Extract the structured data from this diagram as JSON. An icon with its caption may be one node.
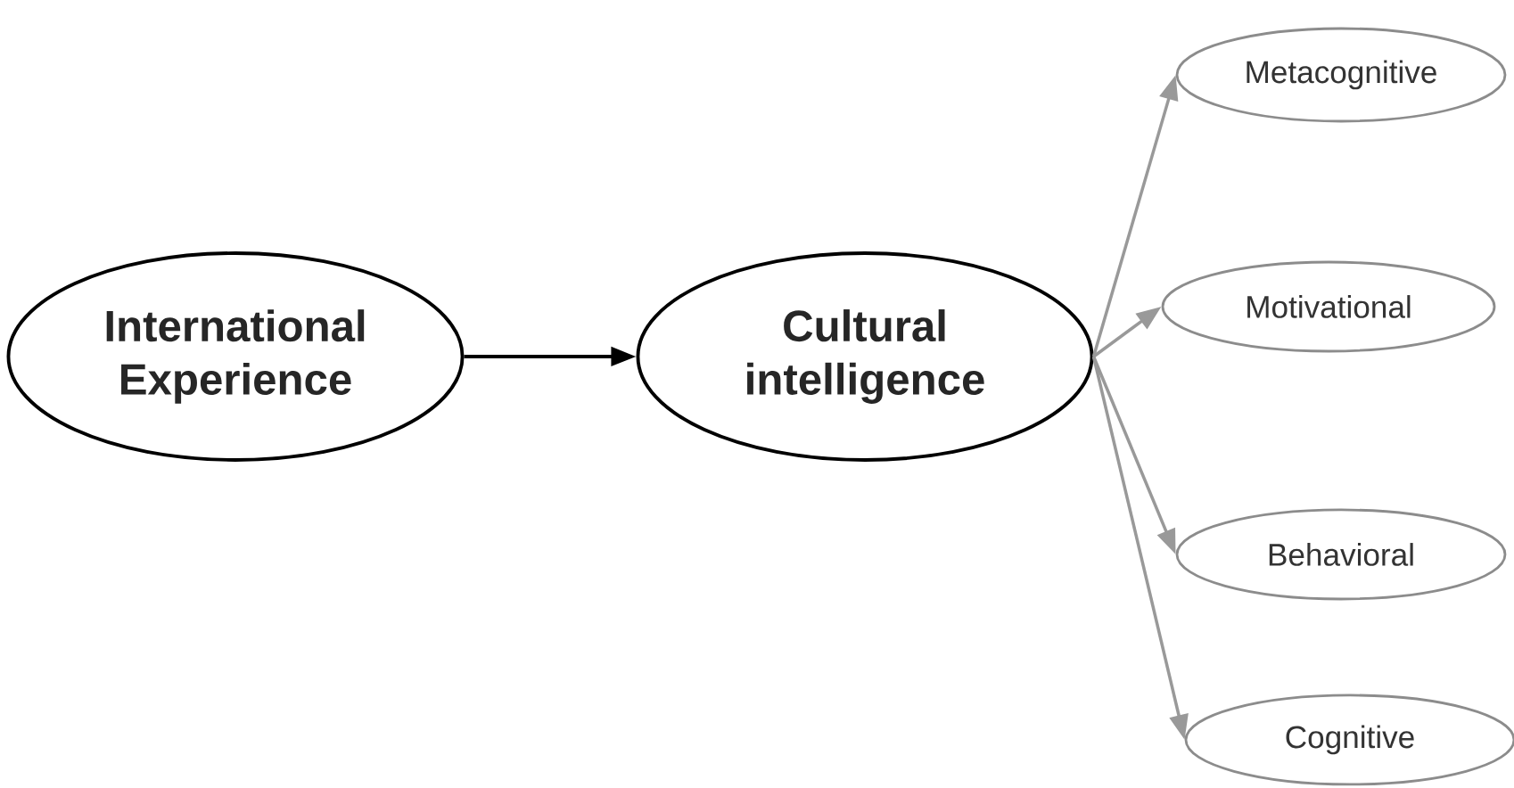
{
  "diagram": {
    "nodes": [
      {
        "text": [
          "International Experience"
        ]
      },
      {
        "text": [
          "Cultural intelligence"
        ]
      },
      {
        "text": [
          "Metacognitive"
        ]
      },
      {
        "text": [
          "Motivational"
        ]
      },
      {
        "text": [
          "Behavioral"
        ]
      },
      {
        "text": [
          "Cognitive"
        ]
      }
    ],
    "edges": [
      {
        "from": 0,
        "to": 1,
        "arrow": "to",
        "color": "#000000"
      },
      {
        "from": 1,
        "to": 2,
        "arrow": "to"
      },
      {
        "from": 1,
        "to": 3,
        "arrow": "to"
      },
      {
        "from": 1,
        "to": 4,
        "arrow": "to"
      },
      {
        "from": 1,
        "to": 5,
        "arrow": "to"
      }
    ]
  }
}
